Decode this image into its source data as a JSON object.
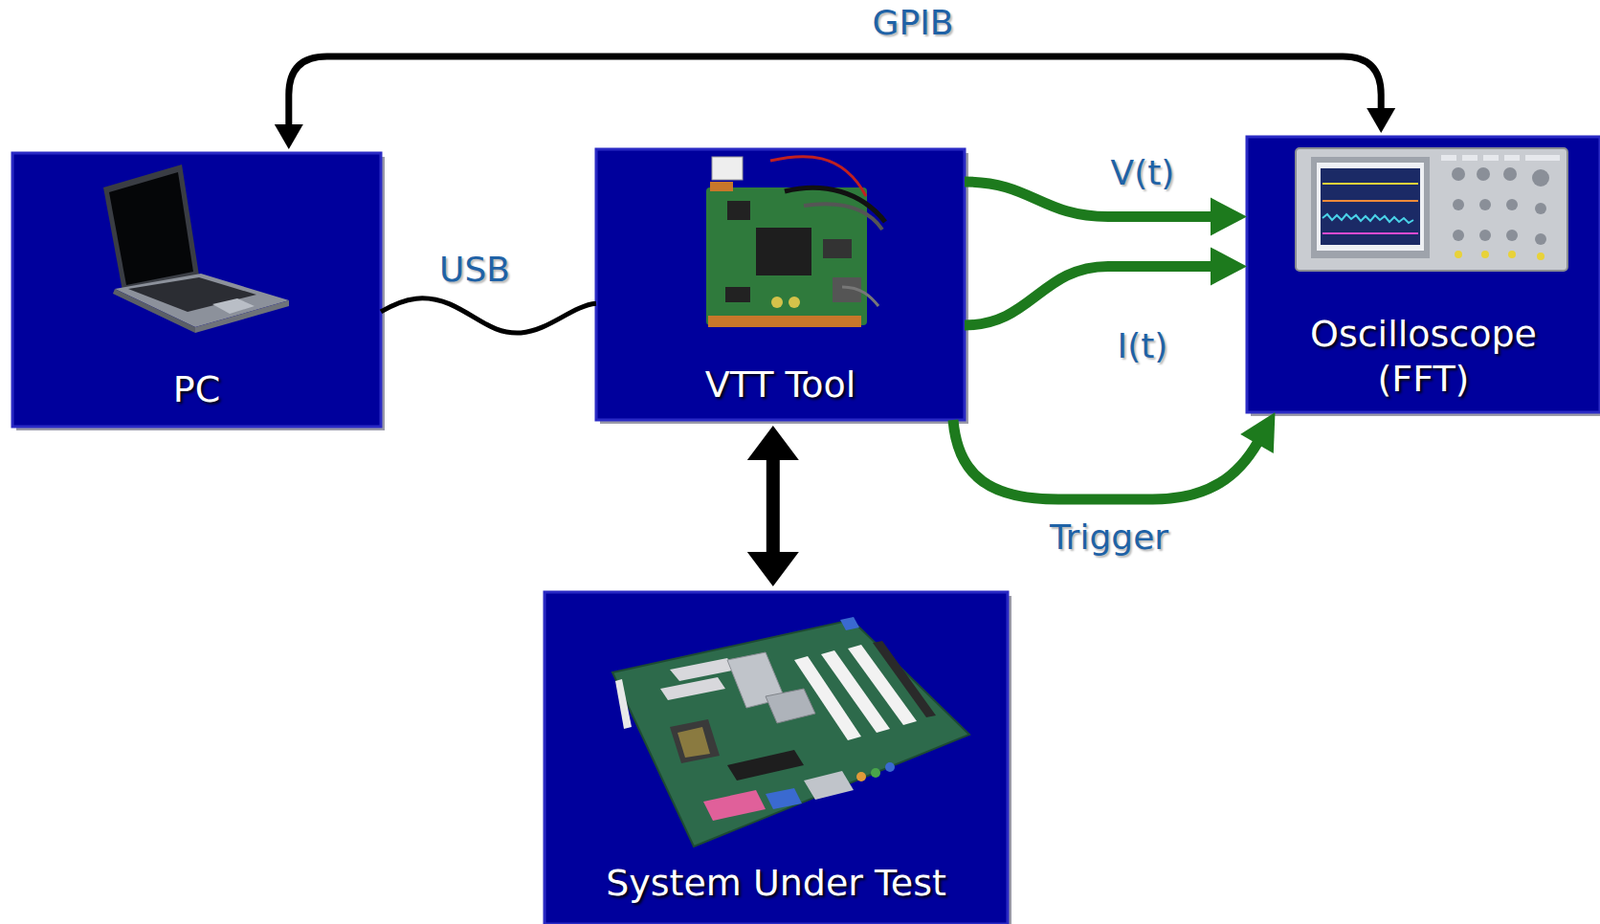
{
  "diagram": {
    "nodes": [
      {
        "text": [
          "PC"
        ]
      },
      {
        "text": [
          "VTT Tool"
        ]
      },
      {
        "text": [
          "Oscilloscope (FFT)"
        ]
      },
      {
        "text": [
          "System Under Test"
        ]
      }
    ],
    "edges": [
      {
        "from": 0,
        "to": 2,
        "label": "GPIB",
        "arrow": "both"
      },
      {
        "from": 0,
        "to": 1,
        "label": "USB",
        "arrow": "none"
      },
      {
        "from": 1,
        "to": 2,
        "label": "V(t)",
        "arrow": "to"
      },
      {
        "from": 1,
        "to": 2,
        "label": "I(t)",
        "arrow": "to"
      },
      {
        "from": 1,
        "to": 2,
        "label": "Trigger",
        "arrow": "to"
      },
      {
        "from": 1,
        "to": 3,
        "arrow": "both"
      }
    ]
  }
}
